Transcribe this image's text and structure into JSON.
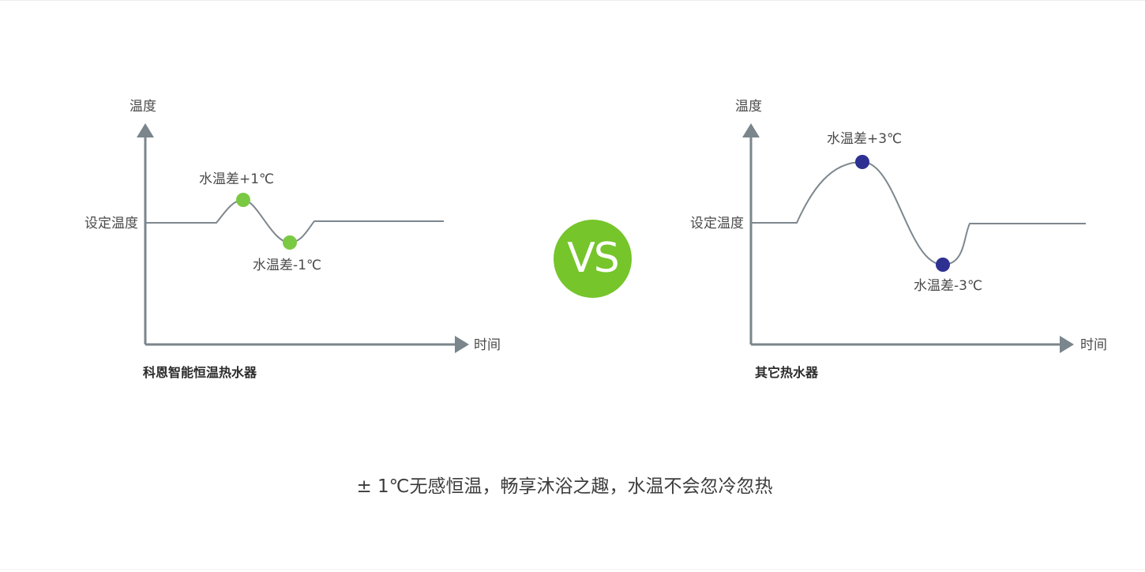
{
  "left_chart": {
    "y_axis_label": "温度",
    "x_axis_label": "时间",
    "set_temp_label": "设定温度",
    "peak_label": "水温差+1℃",
    "trough_label": "水温差-1℃",
    "caption": "科恩智能恒温热水器",
    "dot_color": "#7ac943"
  },
  "vs_badge": {
    "text": "VS",
    "color": "#76c52b"
  },
  "right_chart": {
    "y_axis_label": "温度",
    "x_axis_label": "时间",
    "set_temp_label": "设定温度",
    "peak_label": "水温差+3℃",
    "trough_label": "水温差-3℃",
    "caption": "其它热水器",
    "dot_color": "#2e3192"
  },
  "slogan": "± 1℃无感恒温，畅享沐浴之趣，水温不会忽冷忽热",
  "colors": {
    "axis": "#7a858c",
    "curve": "#7d878e"
  }
}
